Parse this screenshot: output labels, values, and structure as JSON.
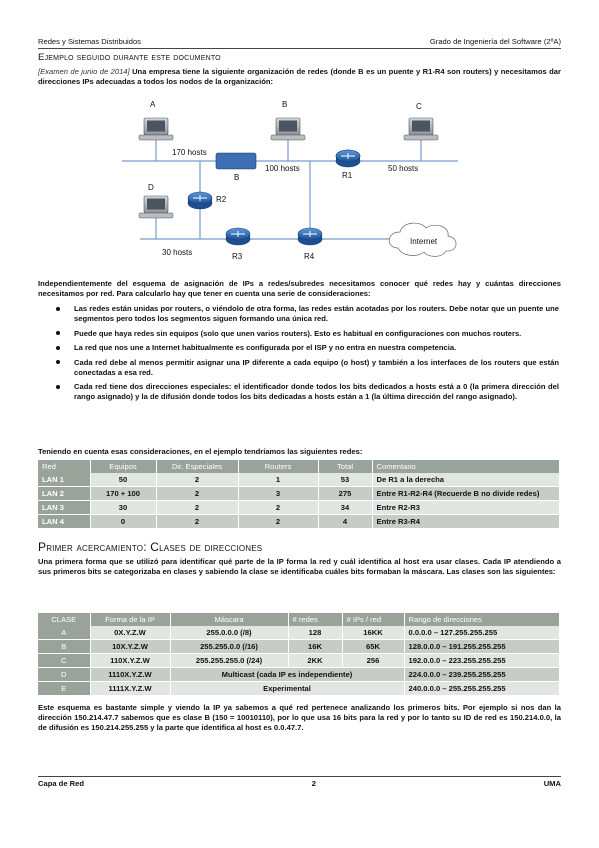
{
  "header": {
    "left": "Redes y Sistemas Distribuidos",
    "right": "Grado de Ingeniería del Software (2ºA)"
  },
  "section1": {
    "title": "Ejemplo seguido durante este documento",
    "intro_italic": "[Examen de junio de 2014]",
    "intro_text": " Una empresa tiene la siguiente organización de redes (donde B es un puente y R1-R4 son routers) y necesitamos dar direcciones IPs adecuadas a todos los nodos de la organización:"
  },
  "diagram": {
    "pc_a": "A",
    "pc_b": "B",
    "pc_c": "C",
    "pc_d": "D",
    "hosts_a": "170 hosts",
    "hosts_b": "100 hosts",
    "hosts_c": "50 hosts",
    "hosts_d": "30 hosts",
    "bridge": "B",
    "r1": "R1",
    "r2": "R2",
    "r3": "R3",
    "r4": "R4",
    "internet": "Internet"
  },
  "para1": "Independientemente del esquema de asignación de IPs a redes/subredes necesitamos conocer qué redes hay y cuántas direcciones necesitamos por red. Para calcularlo hay que tener en cuenta una serie de consideraciones:",
  "bullets": [
    "Las redes están unidas por routers, o viéndolo de otra forma, las redes están acotadas por los routers. Debe notar que un puente une segmentos pero todos los segmentos siguen formando una única red.",
    "Puede que haya redes sin equipos (solo que unen varios routers). Esto es habitual en configuraciones con muchos routers.",
    "La red que nos une a Internet habitualmente es configurada por el ISP y no entra en nuestra competencia.",
    "Cada red debe al menos permitir asignar una IP diferente a cada equipo (o host) y también a los interfaces de los routers que están conectadas a esa red.",
    "Cada red tiene dos direcciones especiales: el identificador donde todos los bits dedicados a hosts está a 0 (la primera dirección del rango asignado) y la de difusión donde todos los bits dedicadas a hosts están a 1 (la última dirección del rango asignado)."
  ],
  "para2": "Teniendo en cuenta esas consideraciones, en el ejemplo tendríamos las siguientes redes:",
  "table1": {
    "headers": [
      "Red",
      "Equipos",
      "Dir. Especiales",
      "Routers",
      "Total",
      "Comentario"
    ],
    "rows": [
      [
        "LAN 1",
        "50",
        "2",
        "1",
        "53",
        "De R1 a la derecha"
      ],
      [
        "LAN 2",
        "170 + 100",
        "2",
        "3",
        "275",
        "Entre R1-R2-R4 (Recuerde B no divide redes)"
      ],
      [
        "LAN 3",
        "30",
        "2",
        "2",
        "34",
        "Entre R2-R3"
      ],
      [
        "LAN 4",
        "0",
        "2",
        "2",
        "4",
        "Entre R3-R4"
      ]
    ]
  },
  "section2": {
    "title": "Primer acercamiento: Clases de direcciones"
  },
  "para3": "Una primera forma que se utilizó para identificar qué parte de la IP forma la red y cuál identifica al host era usar clases. Cada IP atendiendo a sus primeros bits se categorizaba en clases y sabiendo la clase se identificaba cuáles bits formaban la máscara. Las clases son las siguientes:",
  "table2": {
    "headers": [
      "CLASE",
      "Forma de la IP",
      "Máscara",
      "# redes",
      "# IPs / red",
      "Rango de direcciones"
    ],
    "rows": [
      [
        "A",
        "0X.Y.Z.W",
        "255.0.0.0 (/8)",
        "128",
        "16KK",
        "0.0.0.0 – 127.255.255.255"
      ],
      [
        "B",
        "10X.Y.Z.W",
        "255.255.0.0 (/16)",
        "16K",
        "65K",
        "128.0.0.0 – 191.255.255.255"
      ],
      [
        "C",
        "110X.Y.Z.W",
        "255.255.255.0 (/24)",
        "2KK",
        "256",
        "192.0.0.0 – 223.255.255.255"
      ]
    ],
    "row_d": [
      "D",
      "1110X.Y.Z.W",
      "Multicast (cada IP es independiente)",
      "224.0.0.0 – 239.255.255.255"
    ],
    "row_e": [
      "E",
      "1111X.Y.Z.W",
      "Experimental",
      "240.0.0.0 – 255.255.255.255"
    ]
  },
  "para4": "Este esquema es bastante simple y viendo la IP ya sabemos a qué red pertenece analizando los primeros bits. Por ejemplo si nos dan la dirección 150.214.47.7 sabemos que es clase B (150 = 10010110), por lo que usa 16 bits para la red y por lo tanto su ID de red es 150.214.0.0, la de difusión es 150.214.255.255 y la parte que identifica al host es 0.0.47.7.",
  "footer": {
    "left": "Capa de Red",
    "center": "2",
    "right": "UMA"
  },
  "colors": {
    "table_header": "#9aa39a",
    "row_light": "#e2e6e2",
    "row_dark": "#c6ccc6",
    "network_line": "#7a9ad0",
    "router": "#2f6fb5"
  }
}
